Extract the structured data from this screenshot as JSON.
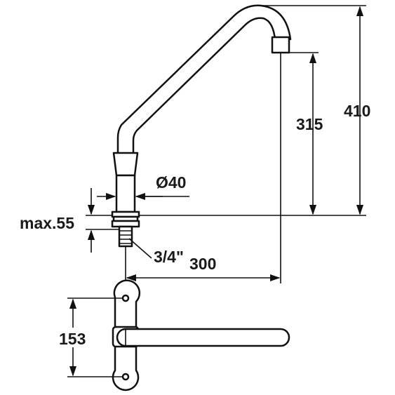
{
  "diagram": {
    "labels": {
      "total_height": "410",
      "spout_height": "315",
      "body_diameter": "Ø40",
      "max_mount_thickness": "max.55",
      "thread": "3/4\"",
      "spout_reach": "300",
      "wall_spacing": "153"
    }
  }
}
